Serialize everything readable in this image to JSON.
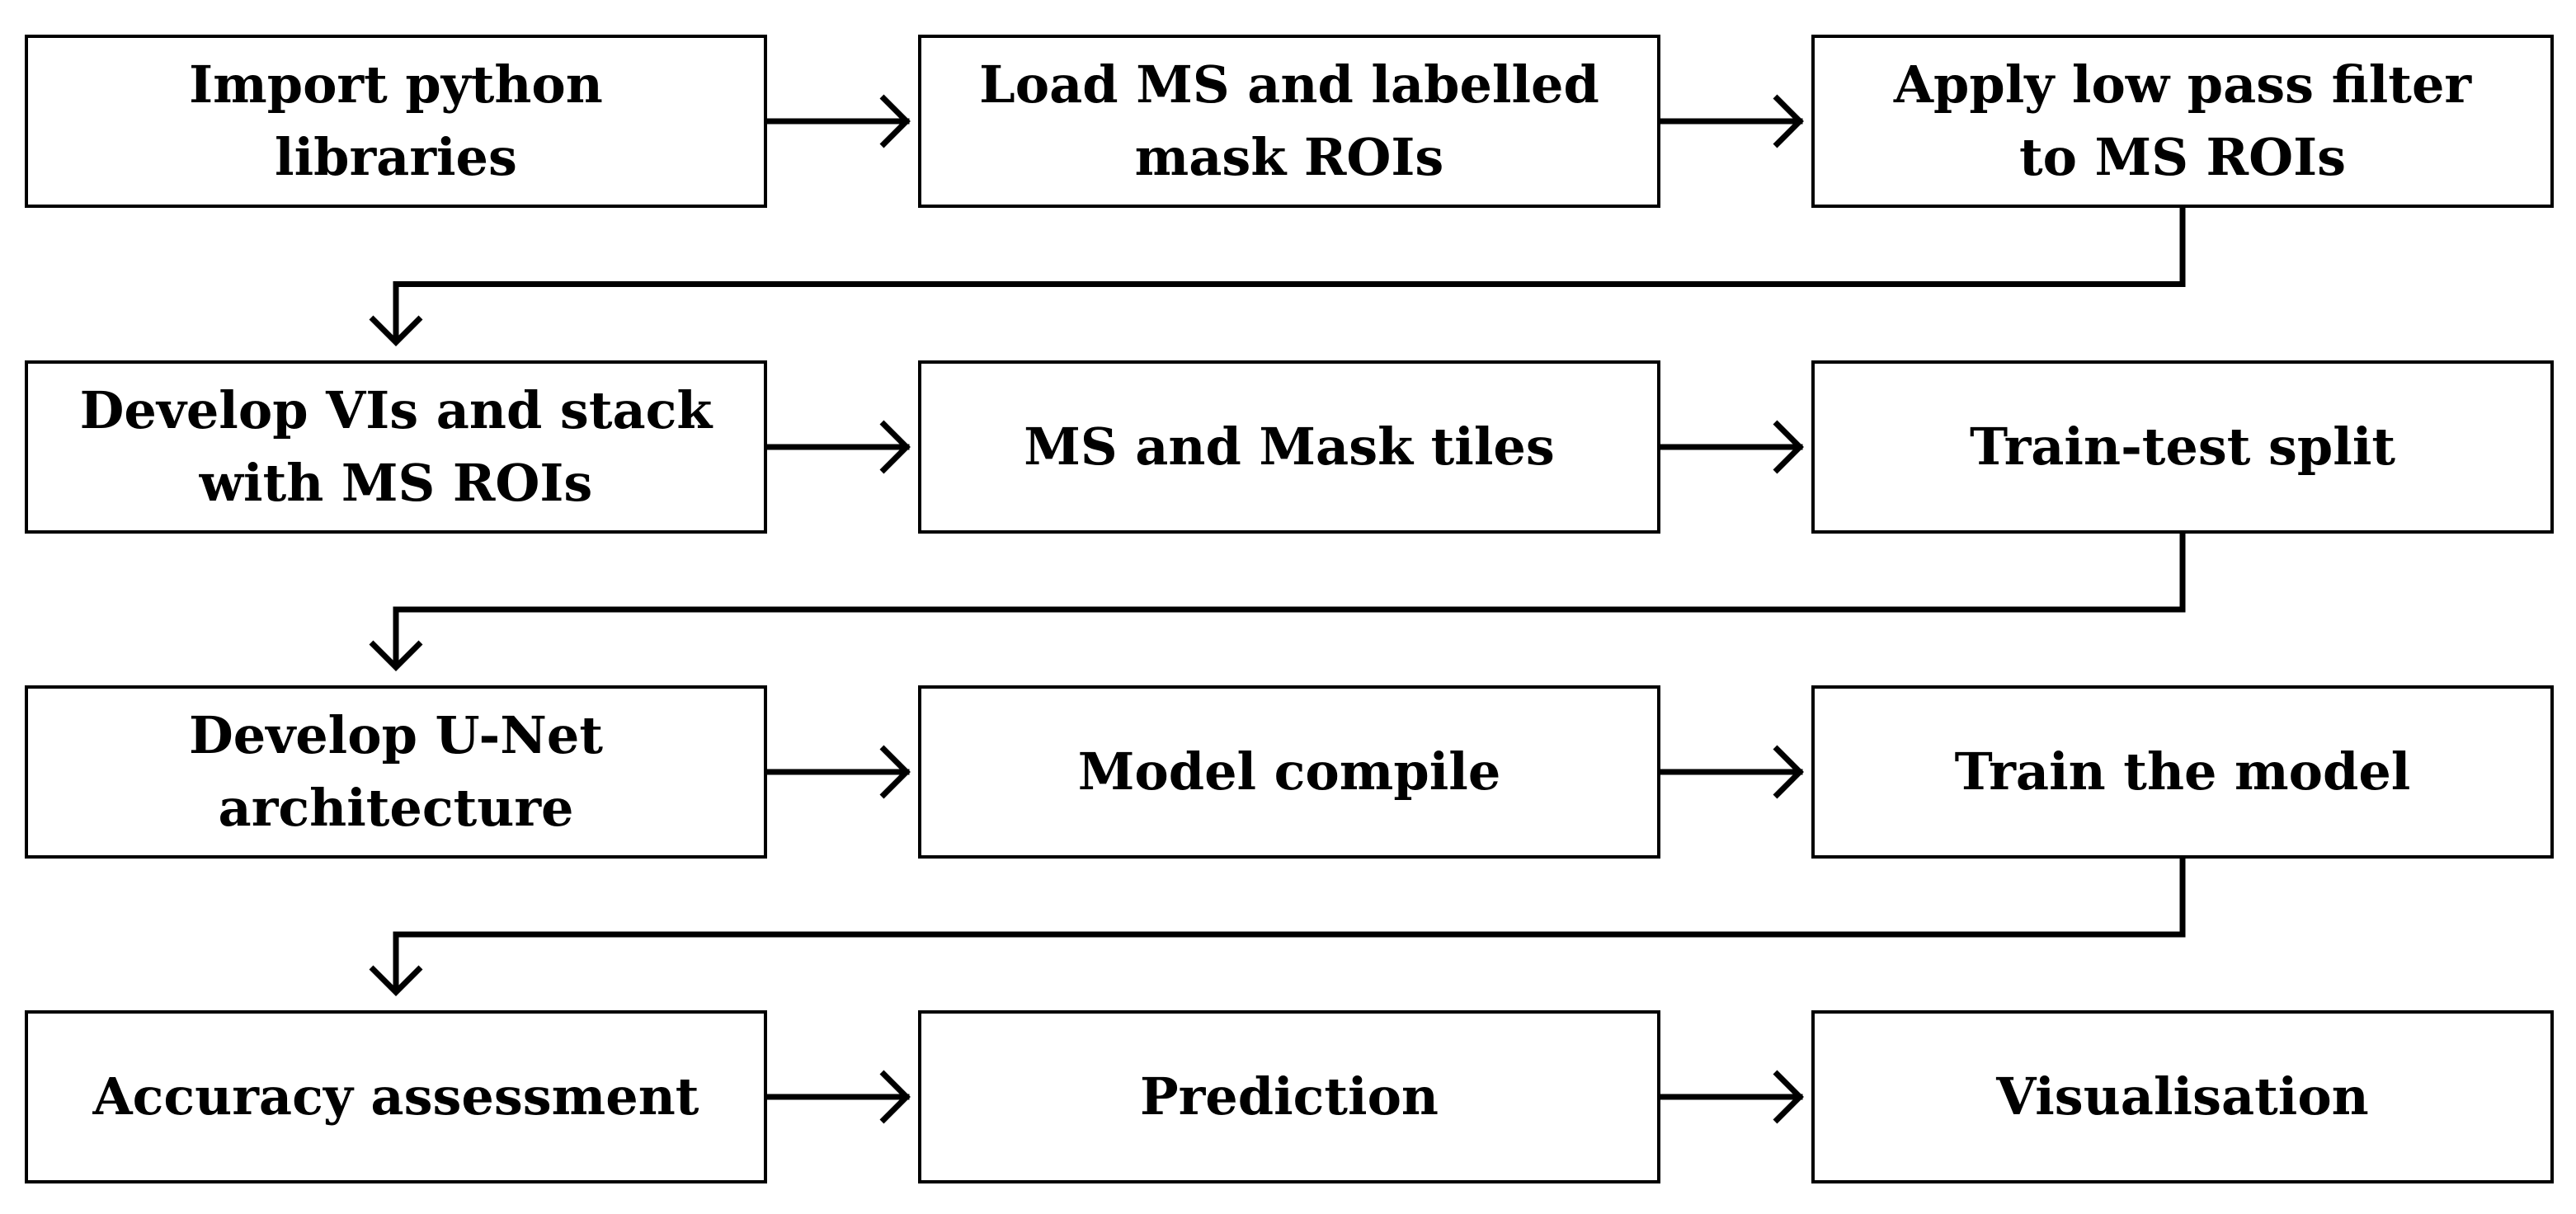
{
  "flowchart": {
    "nodes": [
      {
        "id": "import-python-libraries",
        "label": "Import python\nlibraries"
      },
      {
        "id": "load-ms-and-labelled-mask-rois",
        "label": "Load MS and labelled\nmask ROIs"
      },
      {
        "id": "apply-low-pass-filter",
        "label": "Apply low pass filter\nto MS ROIs"
      },
      {
        "id": "develop-vis-and-stack",
        "label": "Develop VIs and stack\nwith MS ROIs"
      },
      {
        "id": "ms-and-mask-tiles",
        "label": "MS and Mask tiles"
      },
      {
        "id": "train-test-split",
        "label": "Train-test split"
      },
      {
        "id": "develop-unet-architecture",
        "label": "Develop U-Net\narchitecture"
      },
      {
        "id": "model-compile",
        "label": "Model compile"
      },
      {
        "id": "train-the-model",
        "label": "Train the model"
      },
      {
        "id": "accuracy-assessment",
        "label": "Accuracy assessment"
      },
      {
        "id": "prediction",
        "label": "Prediction"
      },
      {
        "id": "visualisation",
        "label": "Visualisation"
      }
    ],
    "edges": [
      {
        "from": 0,
        "to": 1
      },
      {
        "from": 1,
        "to": 2
      },
      {
        "from": 2,
        "to": 3
      },
      {
        "from": 3,
        "to": 4
      },
      {
        "from": 4,
        "to": 5
      },
      {
        "from": 5,
        "to": 6
      },
      {
        "from": 6,
        "to": 7
      },
      {
        "from": 7,
        "to": 8
      },
      {
        "from": 8,
        "to": 9
      },
      {
        "from": 9,
        "to": 10
      },
      {
        "from": 10,
        "to": 11
      }
    ]
  },
  "colors": {
    "stroke": "#000000",
    "background": "#ffffff"
  }
}
